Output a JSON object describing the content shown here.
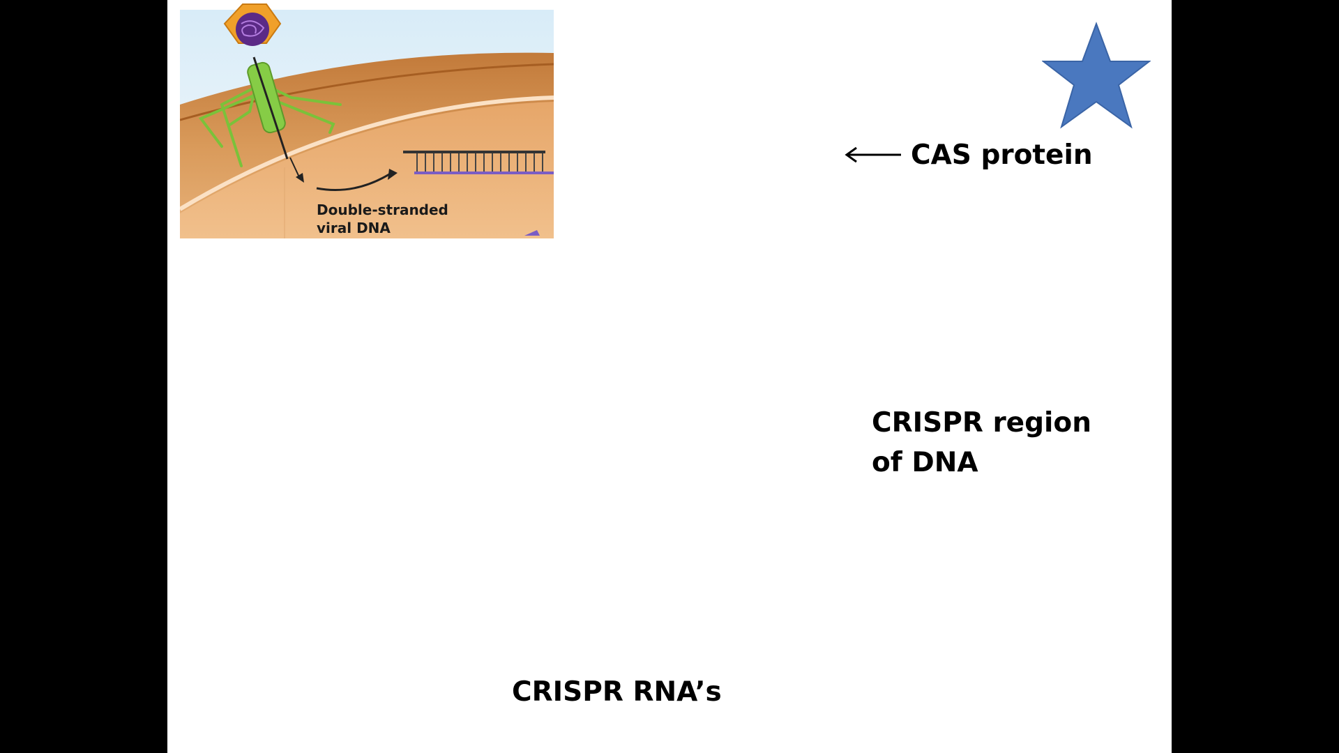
{
  "illustration": {
    "caption_line1": "Double-stranded",
    "caption_line2": "viral DNA"
  },
  "labels": {
    "cas_protein": "CAS protein",
    "crispr_region_line1": "CRISPR region",
    "crispr_region_line2": "of DNA",
    "crispr_rnas": "CRISPR RNA’s"
  },
  "icons": {
    "star": "star-icon",
    "arrow": "left-arrow-icon"
  },
  "colors": {
    "star_fill": "#4a78bf",
    "star_stroke": "#3a64a6",
    "cell_wall": "#c9833f",
    "phage_head": "#f0a02a",
    "phage_dna": "#5b2a86",
    "phage_legs": "#7ac23a"
  }
}
